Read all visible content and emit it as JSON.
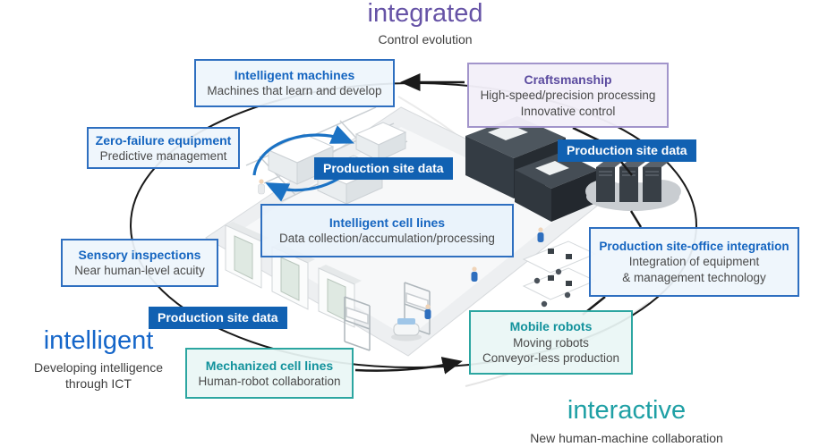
{
  "titles": {
    "integrated": {
      "label": "integrated",
      "subtitle": "Control evolution"
    },
    "intelligent": {
      "label": "intelligent",
      "subtitle_lines": [
        "Developing intelligence",
        "through ICT"
      ]
    },
    "interactive": {
      "label": "interactive",
      "subtitle": "New human-machine collaboration"
    }
  },
  "badge_label": "Production site data",
  "boxes": [
    {
      "id": "intelligent-machines",
      "theme": "blue",
      "title": "Intelligent machines",
      "lines": [
        "Machines that learn and develop"
      ]
    },
    {
      "id": "craftsmanship",
      "theme": "purple",
      "title": "Craftsmanship",
      "lines": [
        "High-speed/precision processing",
        "Innovative control"
      ]
    },
    {
      "id": "zero-failure-equipment",
      "theme": "blue",
      "title": "Zero-failure equipment",
      "lines": [
        "Predictive management"
      ]
    },
    {
      "id": "intelligent-cell-lines",
      "theme": "blue",
      "title": "Intelligent cell lines",
      "lines": [
        "Data collection/accumulation/processing"
      ]
    },
    {
      "id": "sensory-inspections",
      "theme": "blue",
      "title": "Sensory inspections",
      "lines": [
        "Near human-level acuity"
      ]
    },
    {
      "id": "production-site-office-integration",
      "theme": "blue",
      "title": "Production site-office integration",
      "lines": [
        "Integration of equipment",
        "& management technology"
      ]
    },
    {
      "id": "mobile-robots",
      "theme": "teal",
      "title": "Mobile robots",
      "lines": [
        "Moving robots",
        "Conveyor-less production"
      ]
    },
    {
      "id": "mechanized-cell-lines",
      "theme": "teal",
      "title": "Mechanized cell lines",
      "lines": [
        "Human-robot collaboration"
      ]
    }
  ],
  "icons": {
    "cloud_servers": "cloud-server-icon",
    "data_cycle": "cycle-arrows-icon",
    "factory": "factory-illustration"
  },
  "colors": {
    "accent_blue": "#1565c0",
    "accent_purple": "#5b4b9f",
    "accent_teal": "#12929c",
    "title_purple": "#6653a6",
    "title_blue": "#1566c9",
    "title_teal": "#1fa0a5",
    "badge_background": "#1161b2",
    "line_black": "#1a1a1a",
    "cycle_arrow_blue": "#1b72c4"
  }
}
